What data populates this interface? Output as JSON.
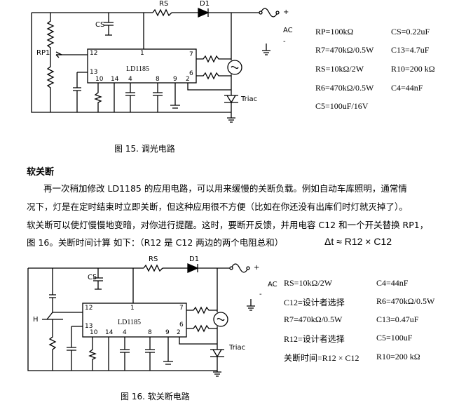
{
  "fig15": {
    "labels": {
      "rs": "RS",
      "d1": "D1",
      "cs": "CS",
      "rp1": "RP1",
      "ac": "AC",
      "plus": "+",
      "minus": "-",
      "triac": "Triac",
      "ic": "LD1185",
      "p12": "12",
      "p1": "1",
      "p7": "7",
      "p13": "13",
      "p6": "6",
      "p10": "10",
      "p14": "14",
      "p4": "4",
      "p8": "8",
      "p9": "9",
      "p2": "2"
    },
    "specs": {
      "rp": "RP=100kΩ",
      "cs": "CS=0.22uF",
      "r7": "R7=470kΩ/0.5W",
      "c13": "C13=4.7uF",
      "rs": "RS=10kΩ/2W",
      "r10": "R10=200 kΩ",
      "r6": "R6=470kΩ/0.5W",
      "c4": "C4=44nF",
      "c5": "C5=100uF/16V"
    },
    "caption": "图 15. 调光电路"
  },
  "section": {
    "heading": "软关断",
    "line1": "再一次稍加修改 LD1185 的应用电路，可以用来缓慢的关断负载。例如自动车库照明，通常情",
    "line2": "况下，灯是在定时结束时立即关断，但这种应用很不方便（比如在你还没有出库们时灯就灭掉了）。",
    "line3": "软关断可以使灯慢慢地变暗，对你进行提醒。这时，要断开反馈，并用电容 C12 和一个开关替换 RP1，",
    "line4": "图 16。关断时间计算 如下：（R12 是 C12 两边的两个电阻总和）",
    "formula": "Δt ≈ R12 × C12"
  },
  "fig16": {
    "labels": {
      "rs": "RS",
      "d1": "D1",
      "c5": "C5",
      "h": "H",
      "ac": "AC",
      "plus": "+",
      "minus": "-",
      "triac": "Triac",
      "ic": "LD1185",
      "p12": "12",
      "p1": "1",
      "p7": "7",
      "p13": "13",
      "p6": "6",
      "p10": "10",
      "p14": "14",
      "p4": "4",
      "p8": "8",
      "p9": "9",
      "p2": "2"
    },
    "specs": {
      "rs": "RS=10kΩ/2W",
      "c4": "C4=44nF",
      "c12": "C12=设计者选择",
      "r6": "R6=470kΩ/0.5W",
      "r7": "R7=470kΩ/0.5W",
      "c13": "C13=0.47uF",
      "r12": "R12=设计者选择",
      "c5": "C5=100uF",
      "time": "关断时间=R12 × C12",
      "r10": "R10=200 kΩ"
    },
    "caption": "图 16. 软关断电路"
  }
}
